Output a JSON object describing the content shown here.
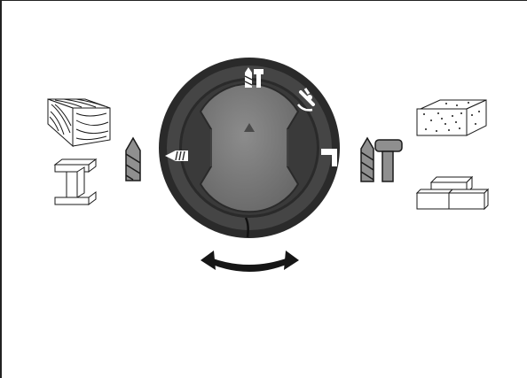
{
  "colors": {
    "dial_outer": "#2a2a2a",
    "dial_ring": "#3c3c3c",
    "knob": "#707070",
    "knob_light": "#8a8a8a",
    "icon_fill": "#8f8f8f",
    "line": "#1a1a1a",
    "arrow": "#161616"
  },
  "dial": {
    "modes": [
      {
        "name": "drilling",
        "icon": "drill-bit-icon"
      },
      {
        "name": "hammer-drilling",
        "icon": "hammer-drill-icon"
      },
      {
        "name": "chiselling",
        "icon": "hammer-icon"
      },
      {
        "name": "chisel-adjust",
        "icon": "chisel-rotate-icon"
      }
    ],
    "indicator": "triangle-up-icon"
  },
  "materials": {
    "left": [
      "wood-icon",
      "steel-beam-icon"
    ],
    "right": [
      "aerated-concrete-icon",
      "brick-wall-icon"
    ]
  },
  "rotation_arrow": "double-headed-curved-arrow-icon"
}
